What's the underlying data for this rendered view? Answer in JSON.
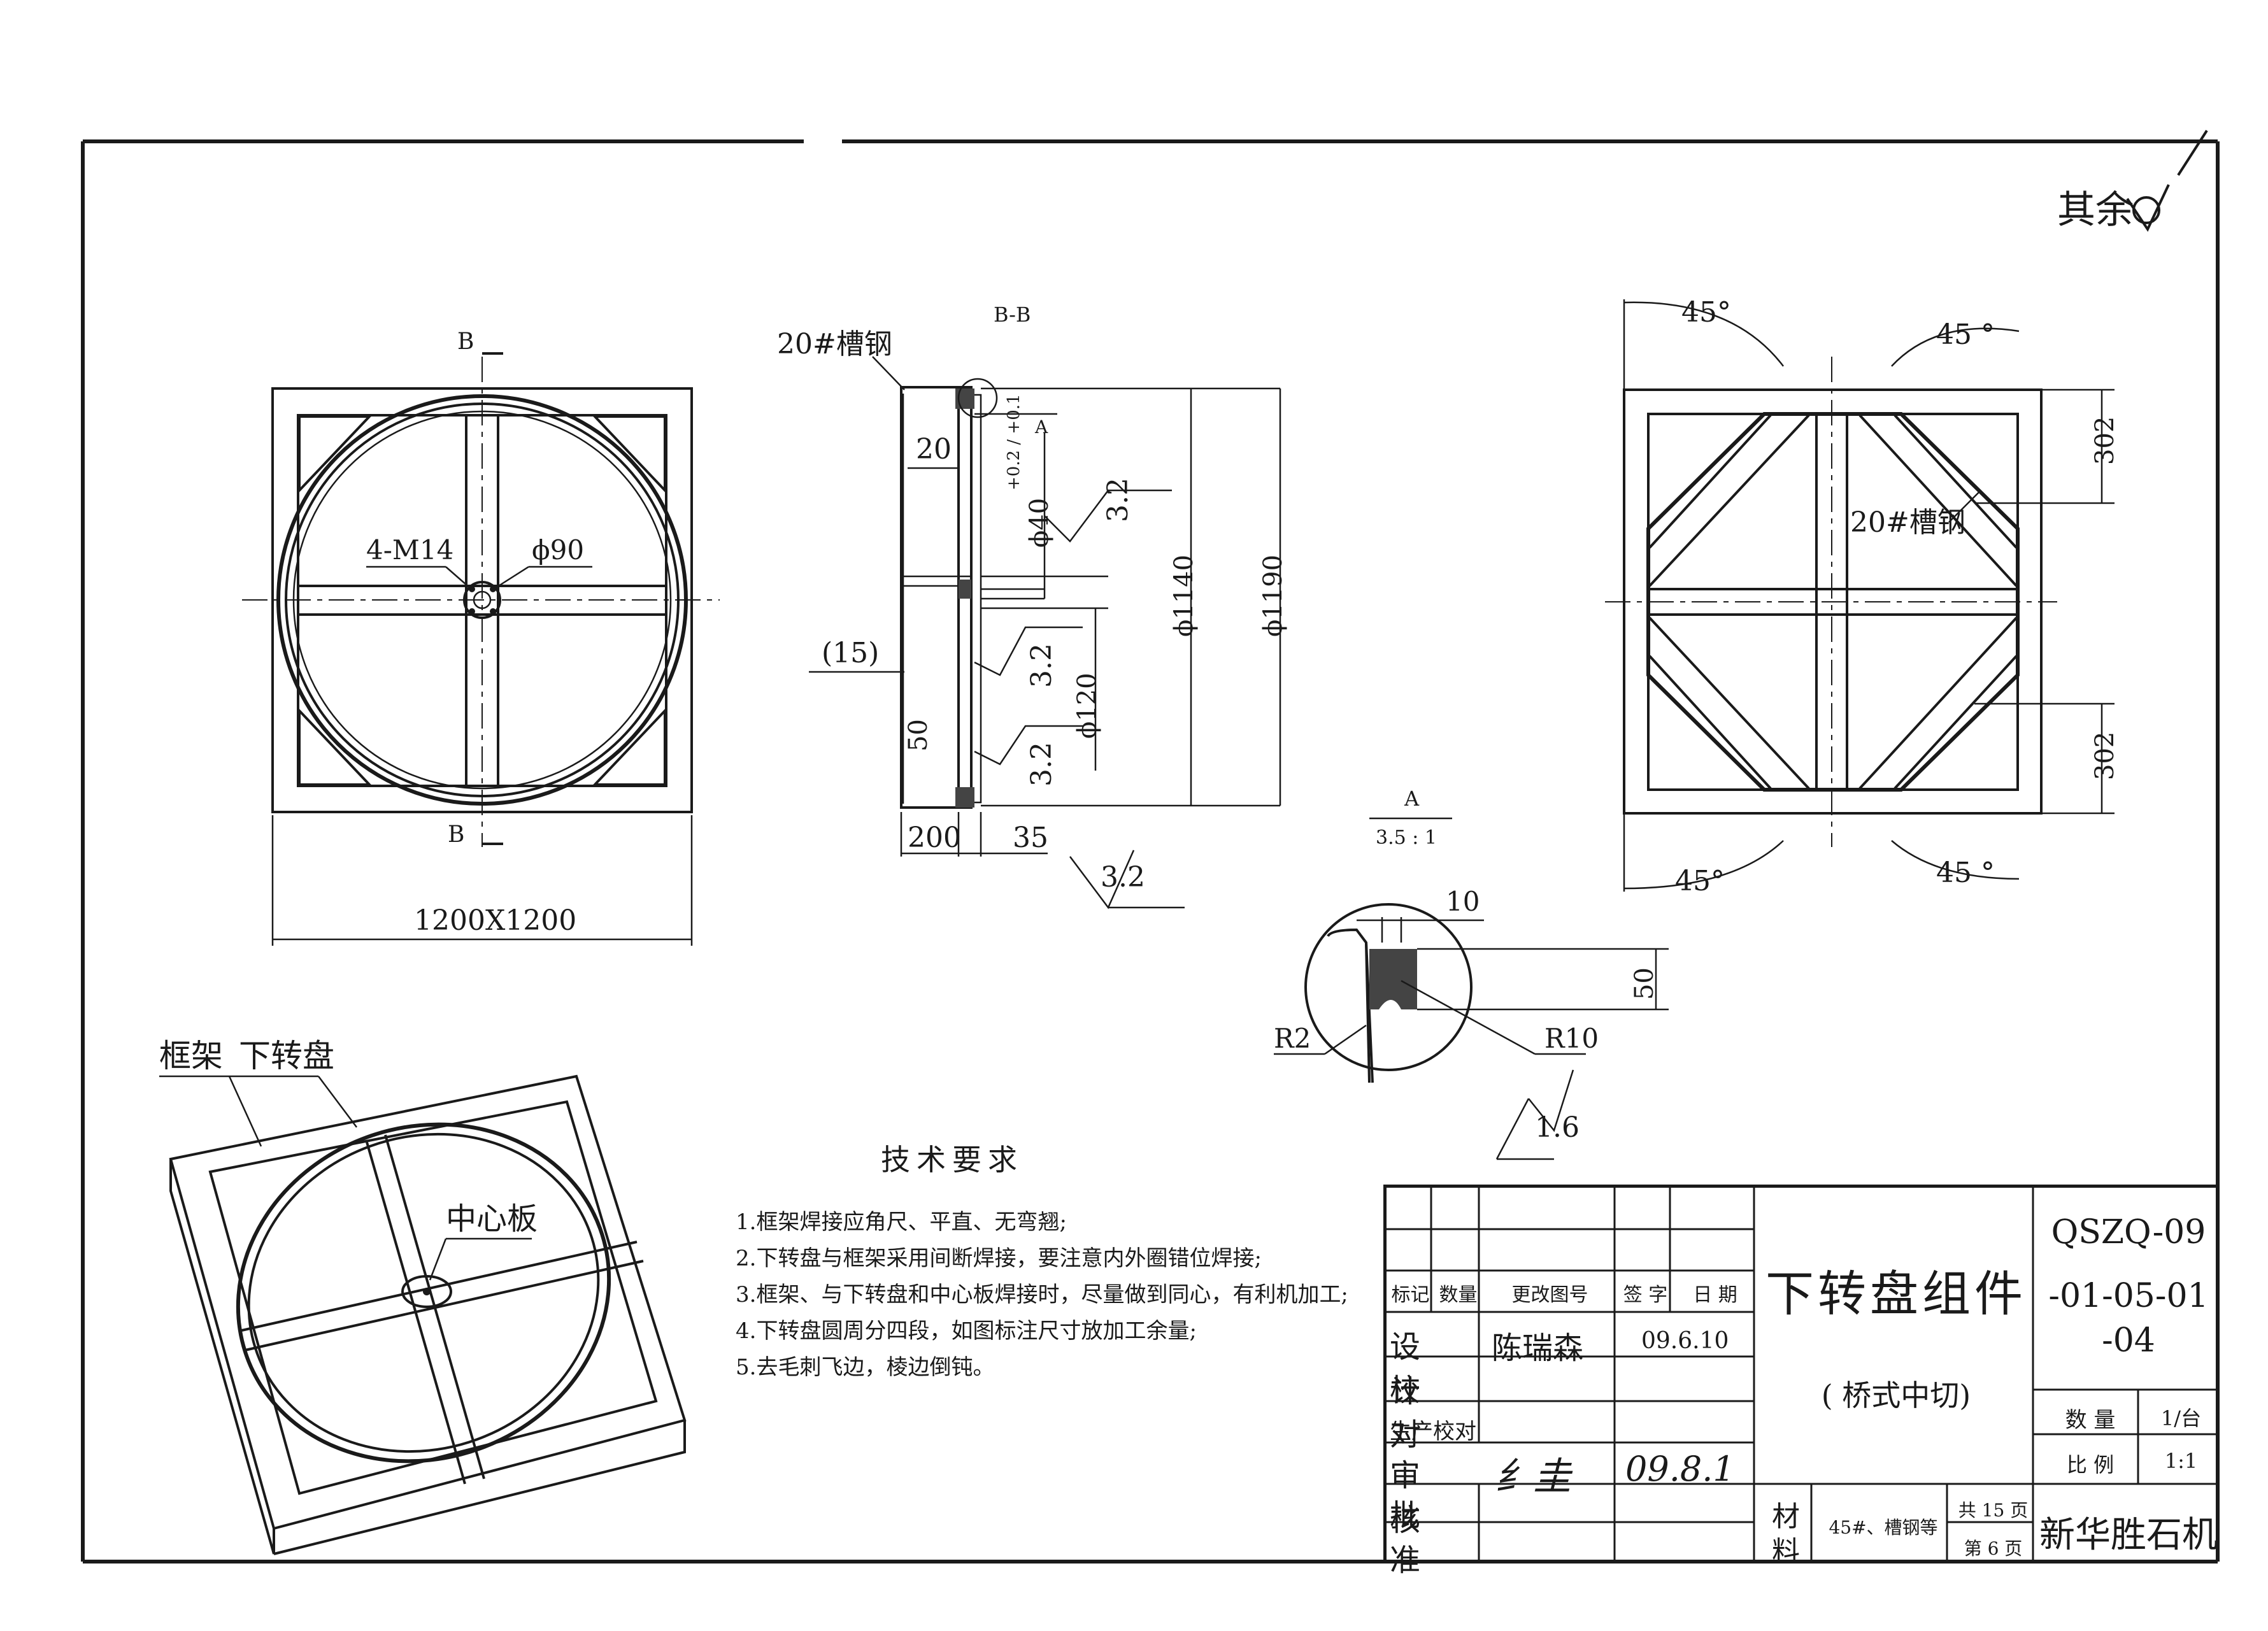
{
  "surface_finish_note": "其余",
  "front_view": {
    "size_label": "1200X1200",
    "section_mark": "B",
    "hole_label": "4-M14",
    "center_dia_label": "ϕ90"
  },
  "section_view": {
    "title": "B-B",
    "channel_label": "20#槽钢",
    "detail_ref": "A",
    "dims": {
      "d20": "20",
      "d40": "ϕ40",
      "tol": "+0.2 / +0.1",
      "d1140": "ϕ1140",
      "d1190": "ϕ1190",
      "d15": "(15)",
      "d120": "ϕ120",
      "d50": "50",
      "d200": "200",
      "d35": "35"
    },
    "roughness": [
      "3.2",
      "3.2",
      "3.2",
      "3.2"
    ]
  },
  "plan_view": {
    "angle_label": "45°",
    "angle_label_b": "45 °",
    "channel_label": "20#槽钢",
    "d302": "302"
  },
  "detail_view": {
    "title": "A",
    "scale": "3.5 : 1",
    "d10": "10",
    "d50": "50",
    "r2": "R2",
    "r10": "R10",
    "roughness": "1.6"
  },
  "iso_view": {
    "label_frame": "框架",
    "label_disc": "下转盘",
    "label_center": "中心板"
  },
  "tech_requirements": {
    "title": "技术要求",
    "items": [
      "1.框架焊接应角尺、平直、无弯翘;",
      "2.下转盘与框架采用间断焊接，要注意内外圈错位焊接;",
      "3.框架、与下转盘和中心板焊接时，尽量做到同心，有利机加工;",
      "4.下转盘圆周分四段，如图标注尺寸放加工余量;",
      "5.去毛刺飞边，棱边倒钝。"
    ]
  },
  "title_block": {
    "headers": [
      "标记",
      "数量",
      "更改图号",
      "签 字",
      "日 期"
    ],
    "rows": [
      {
        "role": "设 计",
        "name": "陈瑞森",
        "date": "09.6.10"
      },
      {
        "role": "校 对",
        "name": "",
        "date": ""
      },
      {
        "role": "生产校对",
        "name": "",
        "date": ""
      },
      {
        "role": "审 核",
        "name": "纟圭",
        "date": "09.8.1"
      },
      {
        "role": "批 准",
        "name": "",
        "date": ""
      }
    ],
    "part_name": "下转盘组件",
    "subtitle": "( 桥式中切)",
    "drawing_no": [
      "QSZQ-09",
      "-01-05-01",
      "-04"
    ],
    "qty_label": "数 量",
    "qty_value": "1/台",
    "scale_label": "比 例",
    "scale_value": "1:1",
    "material_label": "材",
    "material_label2": "料",
    "material_value": "45#、槽钢等",
    "total_pages": "共 15 页",
    "page_no": "第 6 页",
    "company": "新华胜石机"
  }
}
